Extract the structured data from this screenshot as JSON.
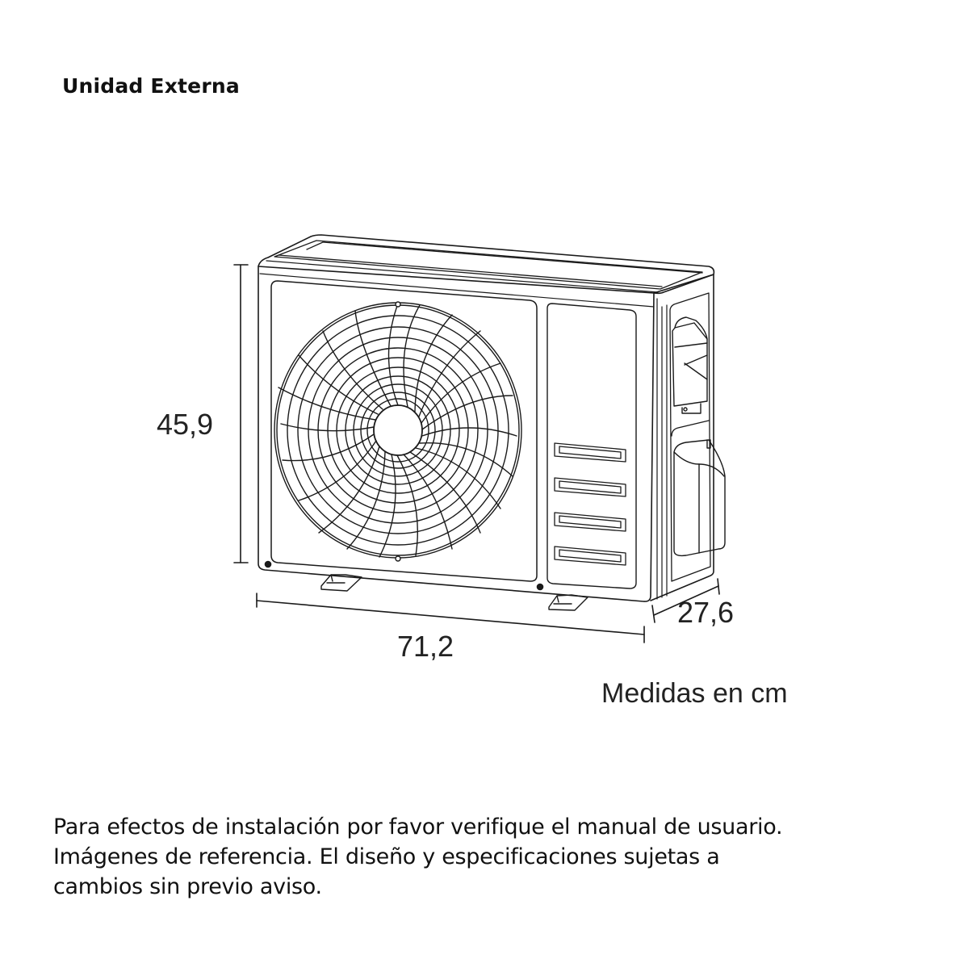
{
  "title": "Unidad Externa",
  "diagram": {
    "subject": "outdoor-ac-unit",
    "dimensions": {
      "height": "45,9",
      "width": "71,2",
      "depth": "27,6"
    },
    "units_label": "Medidas en cm",
    "line_color": "#1a1a1a",
    "background_color": "#ffffff"
  },
  "disclaimer": {
    "lines": [
      "Para efectos de instalación por favor verifique el manual de usuario.",
      "Imágenes de referencia. El diseño y especificaciones sujetas a",
      "cambios sin previo aviso."
    ]
  }
}
